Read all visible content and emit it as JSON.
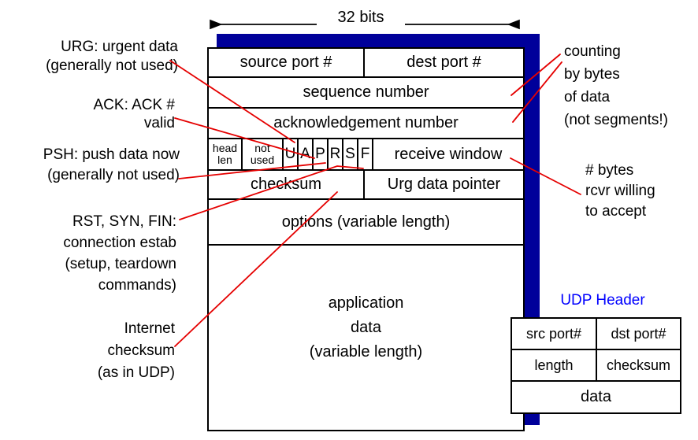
{
  "caption": {
    "bits_label": "32 bits"
  },
  "tcp": {
    "source_port": "source port #",
    "dest_port": "dest port #",
    "sequence": "sequence number",
    "acknowledgement": "acknowledgement number",
    "head_len": [
      "head",
      "len"
    ],
    "not_used": [
      "not",
      "used"
    ],
    "flags": [
      "U",
      "A",
      "P",
      "R",
      "S",
      "F"
    ],
    "receive_window": "receive window",
    "checksum": "checksum",
    "urg_pointer": "Urg data pointer",
    "options": "options (variable length)",
    "app_data": [
      "application",
      "data",
      "(variable length)"
    ]
  },
  "annotations": {
    "urg": [
      "URG: urgent data",
      "(generally not used)"
    ],
    "ack": [
      "ACK: ACK #",
      "valid"
    ],
    "psh": [
      "PSH: push data now",
      "(generally not used)"
    ],
    "rst": [
      "RST, SYN, FIN:",
      "connection estab",
      "(setup, teardown",
      "commands)"
    ],
    "internet_checksum": [
      "Internet",
      "checksum",
      "(as in UDP)"
    ],
    "counting": [
      "counting",
      "by bytes",
      "of data",
      "(not segments!)"
    ],
    "rcvr": [
      "# bytes",
      "rcvr willing",
      "to accept"
    ]
  },
  "udp": {
    "title": "UDP Header",
    "src_port": "src port#",
    "dst_port": "dst port#",
    "length": "length",
    "checksum": "checksum",
    "data": "data"
  },
  "colors": {
    "shadow_blue": "#00009a",
    "connector_red": "#e50000",
    "udp_title_blue": "#0000ff",
    "border_black": "#000000"
  }
}
